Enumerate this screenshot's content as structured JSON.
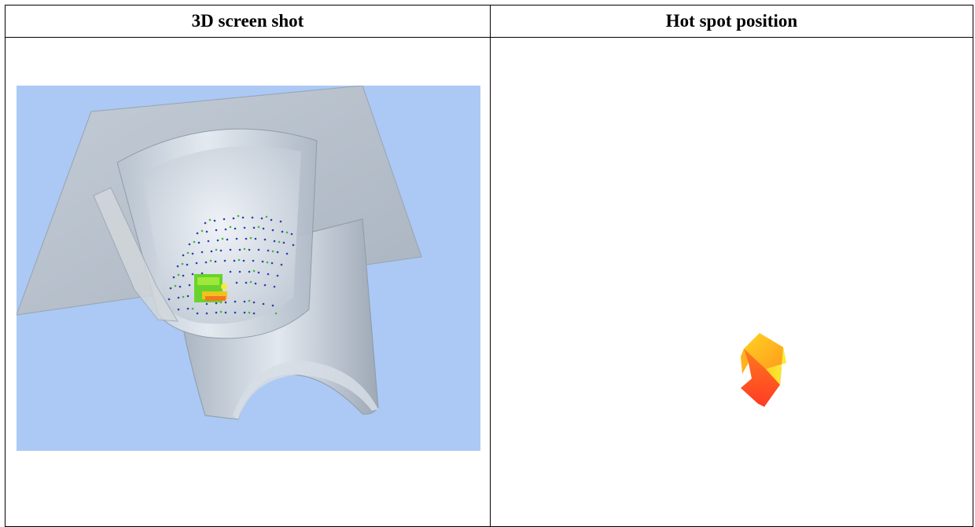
{
  "table": {
    "headers": [
      "3D screen shot",
      "Hot spot position"
    ]
  },
  "images": {
    "left": {
      "icon": "3d-render-image",
      "background_color": "#abc9f4",
      "part_color": "#b9c2cc"
    },
    "right": {
      "icon": "hot-spot-image",
      "hot_colors": [
        "#ff3b24",
        "#ff7a1e",
        "#ffd320",
        "#f4f13a"
      ]
    }
  }
}
